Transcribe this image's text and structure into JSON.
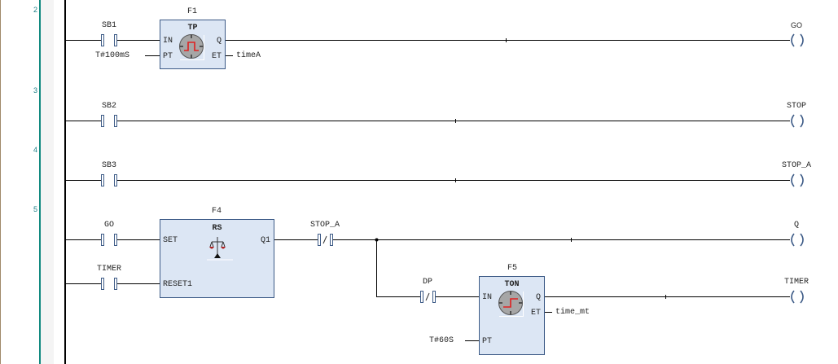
{
  "gutter": {
    "rung_numbers": [
      "2",
      "3",
      "4",
      "5"
    ]
  },
  "colors": {
    "gutter_line": "#128a80",
    "block_fill": "#dce6f4",
    "block_border": "#3c5a86",
    "contact": "#3c5a86",
    "icon_red": "#e02020"
  },
  "rungs": [
    {
      "number": "2",
      "contact": {
        "name": "SB1",
        "type": "normally-open"
      },
      "block": {
        "instance": "F1",
        "type": "TP",
        "icon": "pulse-timer-icon",
        "inputs": [
          "IN",
          "PT"
        ],
        "outputs": [
          "Q",
          "ET"
        ],
        "pt_value": "T#100mS",
        "et_var": "timeA"
      },
      "coil": {
        "name": "GO"
      }
    },
    {
      "number": "3",
      "contact": {
        "name": "SB2",
        "type": "normally-open"
      },
      "coil": {
        "name": "STOP"
      }
    },
    {
      "number": "4",
      "contact": {
        "name": "SB3",
        "type": "normally-open"
      },
      "coil": {
        "name": "STOP_A"
      }
    },
    {
      "number": "5",
      "contacts": [
        {
          "name": "GO",
          "type": "normally-open"
        },
        {
          "name": "TIMER",
          "type": "normally-open"
        },
        {
          "name": "STOP_A",
          "type": "normally-closed"
        },
        {
          "name": "DP",
          "type": "normally-closed"
        }
      ],
      "rs_block": {
        "instance": "F4",
        "type": "RS",
        "icon": "scale-icon",
        "inputs": [
          "SET",
          "RESET1"
        ],
        "outputs": [
          "Q1"
        ]
      },
      "ton_block": {
        "instance": "F5",
        "type": "TON",
        "icon": "on-delay-timer-icon",
        "inputs": [
          "IN",
          "PT"
        ],
        "outputs": [
          "Q",
          "ET"
        ],
        "pt_value": "T#60S",
        "et_var": "time_mt"
      },
      "coils": [
        {
          "name": "Q"
        },
        {
          "name": "TIMER"
        }
      ]
    }
  ]
}
